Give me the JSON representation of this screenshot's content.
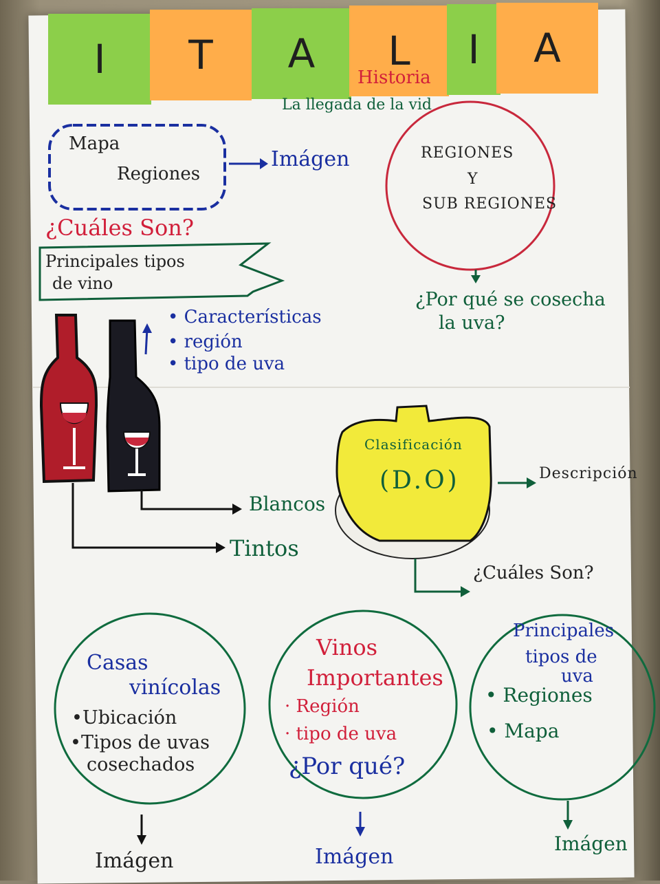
{
  "header": {
    "letters": [
      "I",
      "T",
      "A",
      "L",
      "I",
      "A"
    ]
  },
  "historia": "Historia",
  "llegada": "La llegada de la vid",
  "mapa": {
    "line1": "Mapa",
    "line2": "Regiones",
    "arrow_target": "Imágen"
  },
  "cuales_son_1": "¿Cuáles Son?",
  "banner": {
    "line1": "Principales tipos",
    "line2": "de vino"
  },
  "regiones_circle": {
    "line1": "REGIONES",
    "line2": "Y",
    "line3": "SUB REGIONES"
  },
  "porque_cosecha": {
    "line1": "¿Por qué se cosecha",
    "line2": "la uva?"
  },
  "bullets_vino": [
    "Características",
    "región",
    "tipo de uva"
  ],
  "blancos": "Blancos",
  "tintos": "Tintos",
  "clasificacion": {
    "line1": "Clasificación",
    "line2": "(D.O)"
  },
  "descripcion": "Descripción",
  "cuales_son_2": "¿Cuáles Son?",
  "casas": {
    "title1": "Casas",
    "title2": "vinícolas",
    "item1": "Ubicación",
    "item2": "Tipos de uvas",
    "item2b": "cosechados",
    "below": "Imágen"
  },
  "vinos": {
    "title1": "Vinos",
    "title2": "Importantes",
    "item1": "Región",
    "item2": "tipo de uva",
    "question": "¿Por qué?",
    "below": "Imágen"
  },
  "tipos_uva": {
    "title1": "Principales",
    "title2": "tipos de",
    "title3": "uva",
    "item1": "Regiones",
    "item2": "Mapa",
    "below": "Imágen"
  },
  "colors": {
    "green_note": "#8ccf4a",
    "orange_note": "#ffad4a",
    "yellow_apple": "#f2ea3a",
    "wine_red": "#b01d2a",
    "circle_green": "#0f6b3e",
    "circle_red": "#c8283c"
  }
}
